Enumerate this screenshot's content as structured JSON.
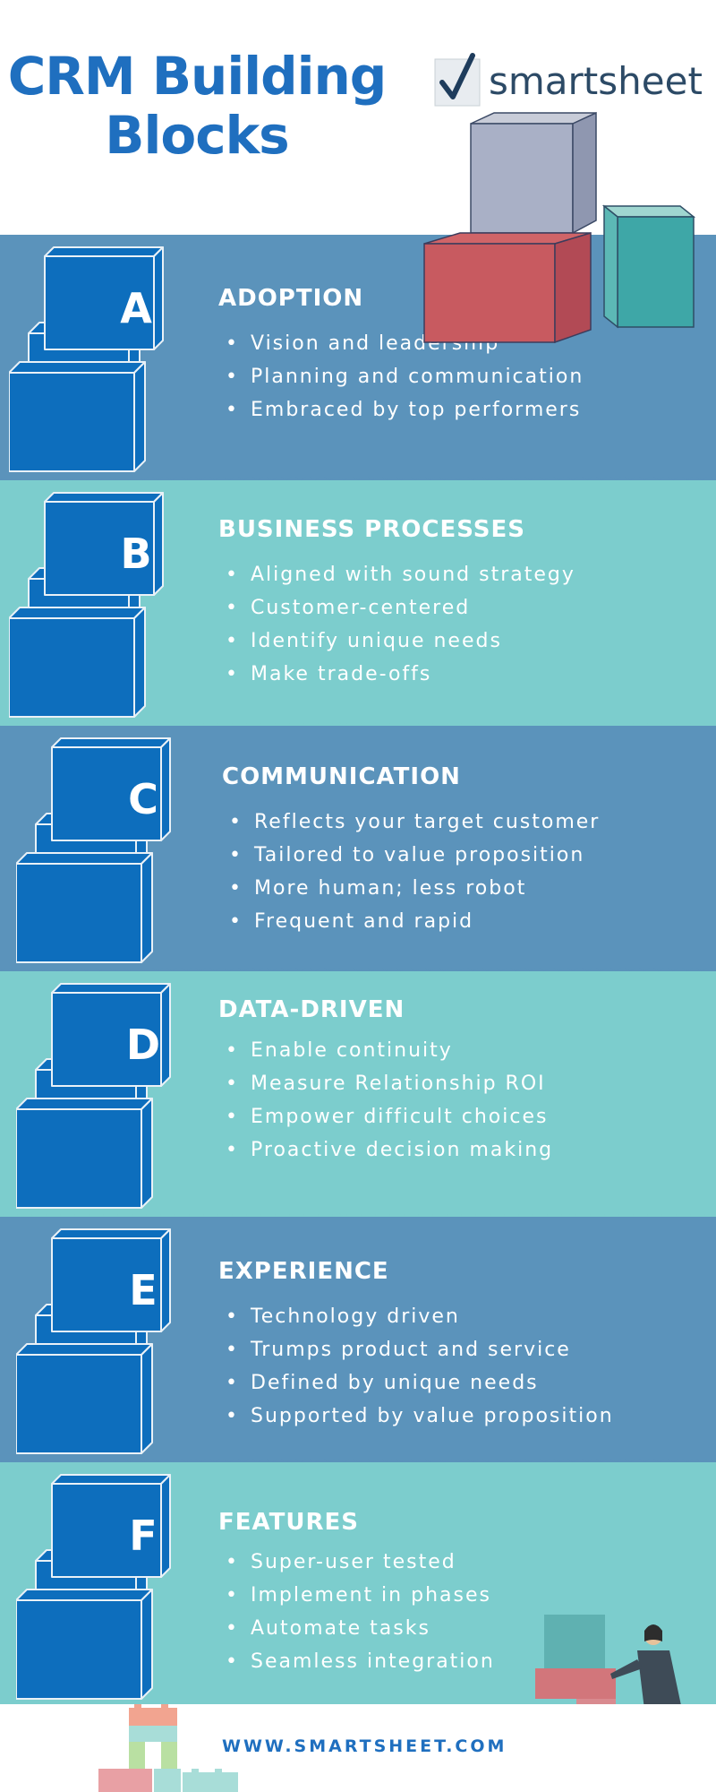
{
  "header": {
    "title_line1": "CRM Building",
    "title_line2": "Blocks",
    "logo_text": "smartsheet"
  },
  "sections": [
    {
      "letter": "A",
      "title": "ADOPTION",
      "bullets": [
        "Vision and leadership",
        "Planning and communication",
        "Embraced by top performers"
      ]
    },
    {
      "letter": "B",
      "title": "BUSINESS PROCESSES",
      "bullets": [
        "Aligned with sound strategy",
        "Customer-centered",
        "Identify unique needs",
        "Make trade-offs"
      ]
    },
    {
      "letter": "C",
      "title": "COMMUNICATION",
      "bullets": [
        "Reflects your target customer",
        "Tailored to value proposition",
        "More human; less robot",
        "Frequent and rapid"
      ]
    },
    {
      "letter": "D",
      "title": "DATA-DRIVEN",
      "bullets": [
        "Enable continuity",
        "Measure Relationship ROI",
        "Empower difficult choices",
        "Proactive decision making"
      ]
    },
    {
      "letter": "E",
      "title": "EXPERIENCE",
      "bullets": [
        "Technology driven",
        "Trumps product and service",
        "Defined by unique needs",
        "Supported by value proposition"
      ]
    },
    {
      "letter": "F",
      "title": "FEATURES",
      "bullets": [
        "Super-user tested",
        "Implement in phases",
        "Automate tasks",
        "Seamless integration"
      ]
    }
  ],
  "footer": {
    "website": "WWW.SMARTSHEET.COM"
  },
  "colors": {
    "brand_blue": "#1f6fbf",
    "section_dark": "#5b93bb",
    "section_light": "#7ccdcd",
    "block_blue": "#0d6ebd"
  },
  "icons": [
    "check-icon",
    "cube-stack-icon",
    "businesswoman-pushing-block-icon",
    "toy-blocks-icon"
  ]
}
